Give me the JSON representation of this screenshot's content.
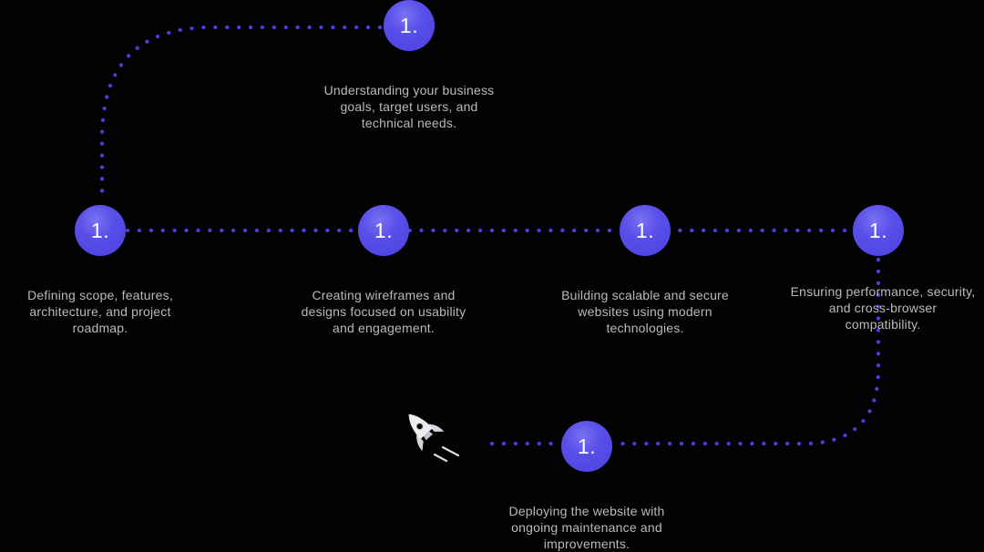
{
  "colors": {
    "background": "#020202",
    "node_fill": "#4c41e0",
    "node_highlight": "#7a71f2",
    "dot_line": "#4a3fd8",
    "text": "#b9babe",
    "number": "#ffffff",
    "rocket": "#ededf0"
  },
  "icons": {
    "rocket": "rocket-icon"
  },
  "steps": [
    {
      "number": "1.",
      "description": "Understanding your business\ngoals, target users, and\ntechnical needs."
    },
    {
      "number": "1.",
      "description": "Defining scope, features,\narchitecture, and project\nroadmap."
    },
    {
      "number": "1.",
      "description": "Creating wireframes and\ndesigns focused on usability\nand engagement."
    },
    {
      "number": "1.",
      "description": "Building scalable and secure\nwebsites using modern\ntechnologies."
    },
    {
      "number": "1.",
      "description": "Ensuring performance, security,\nand cross-browser\ncompatibility."
    },
    {
      "number": "1.",
      "description": "Deploying the website with\nongoing maintenance and\nimprovements."
    }
  ]
}
